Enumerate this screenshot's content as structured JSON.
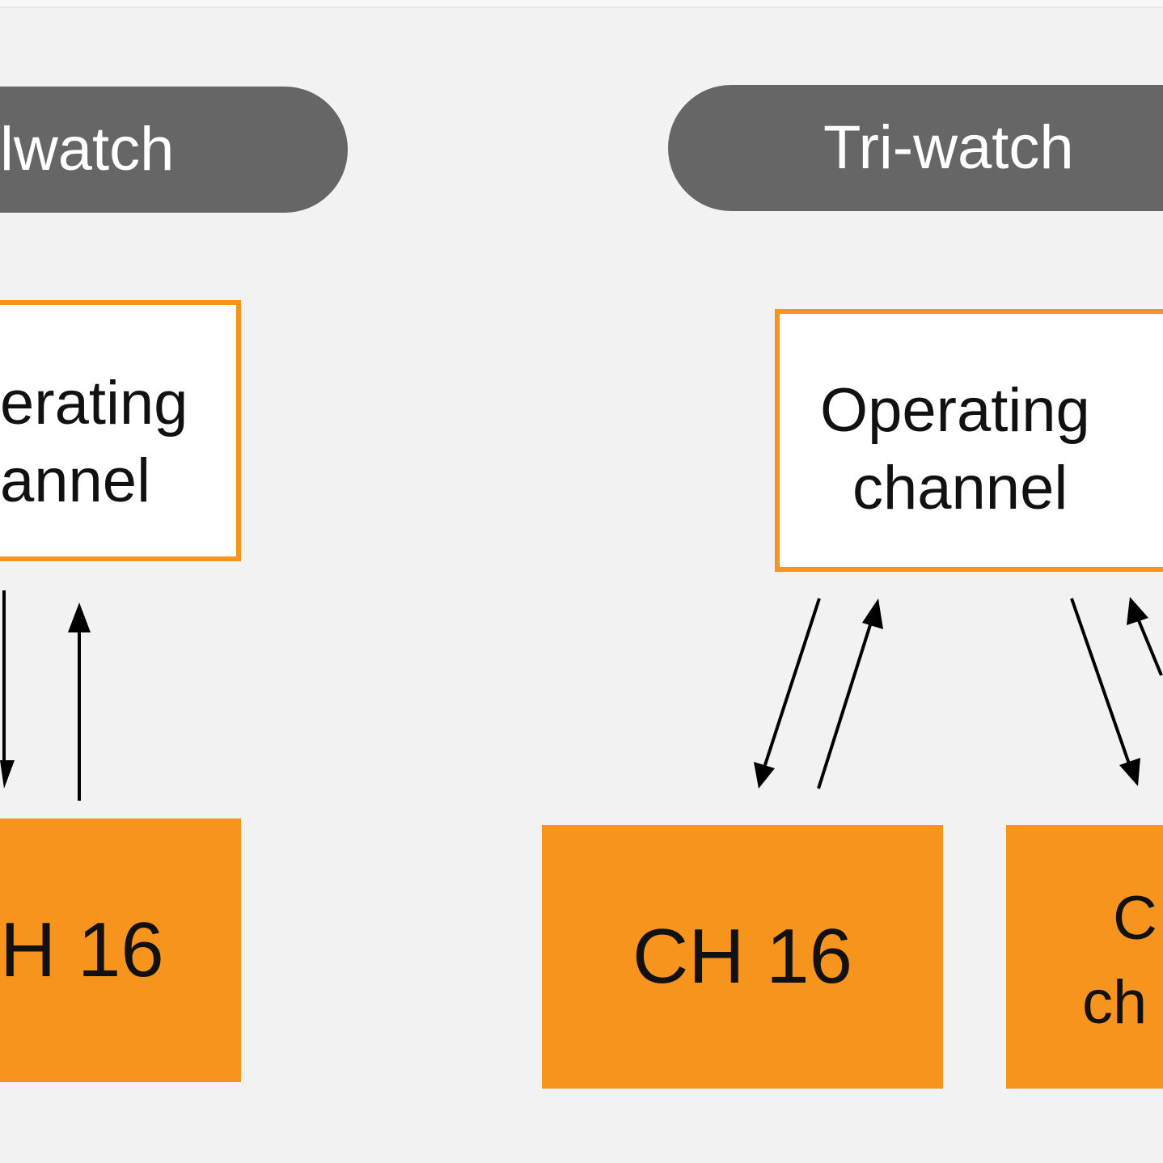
{
  "colors": {
    "background": "#f2f2f2",
    "pill": "#666666",
    "accent": "#f7941e",
    "arrow": "#000000"
  },
  "left_panel": {
    "header": "lwatch",
    "operating_box": {
      "line1": "erating",
      "line2": "annel"
    },
    "channel_box": "H 16"
  },
  "right_panel": {
    "header": "Tri-watch",
    "operating_box": {
      "line1": "Operating",
      "line2": "channel"
    },
    "channel_box_1": "CH 16",
    "channel_box_2": {
      "line1": "C",
      "line2": "ch"
    }
  }
}
